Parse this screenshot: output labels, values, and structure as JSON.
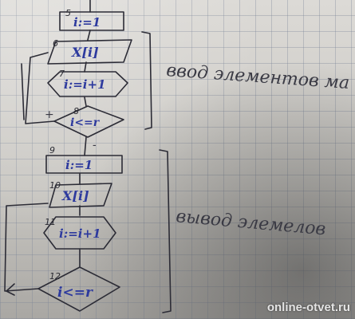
{
  "site_watermark": "online-otvet.ru",
  "blocks": {
    "b5": {
      "num": "5",
      "text": "i:=1"
    },
    "b6": {
      "num": "6",
      "text": "X[i]"
    },
    "b7": {
      "num": "7",
      "text": "i:=i+1"
    },
    "b8": {
      "num": "8",
      "text": "i<=r",
      "yes": "+",
      "no": "-"
    },
    "b9": {
      "num": "9",
      "text": "i:=1"
    },
    "b10": {
      "num": "10",
      "text": "X[i]"
    },
    "b11": {
      "num": "11",
      "text": "i:=i+1"
    },
    "b12": {
      "num": "12",
      "text": "i<=r"
    }
  },
  "labels": {
    "input_section": "ввод элементов ма",
    "output_section": "вывод элемелов"
  },
  "colors": {
    "ink_blue": "#2d3a9e",
    "pencil": "#2c2c36",
    "paper": "#d6d4cf"
  }
}
